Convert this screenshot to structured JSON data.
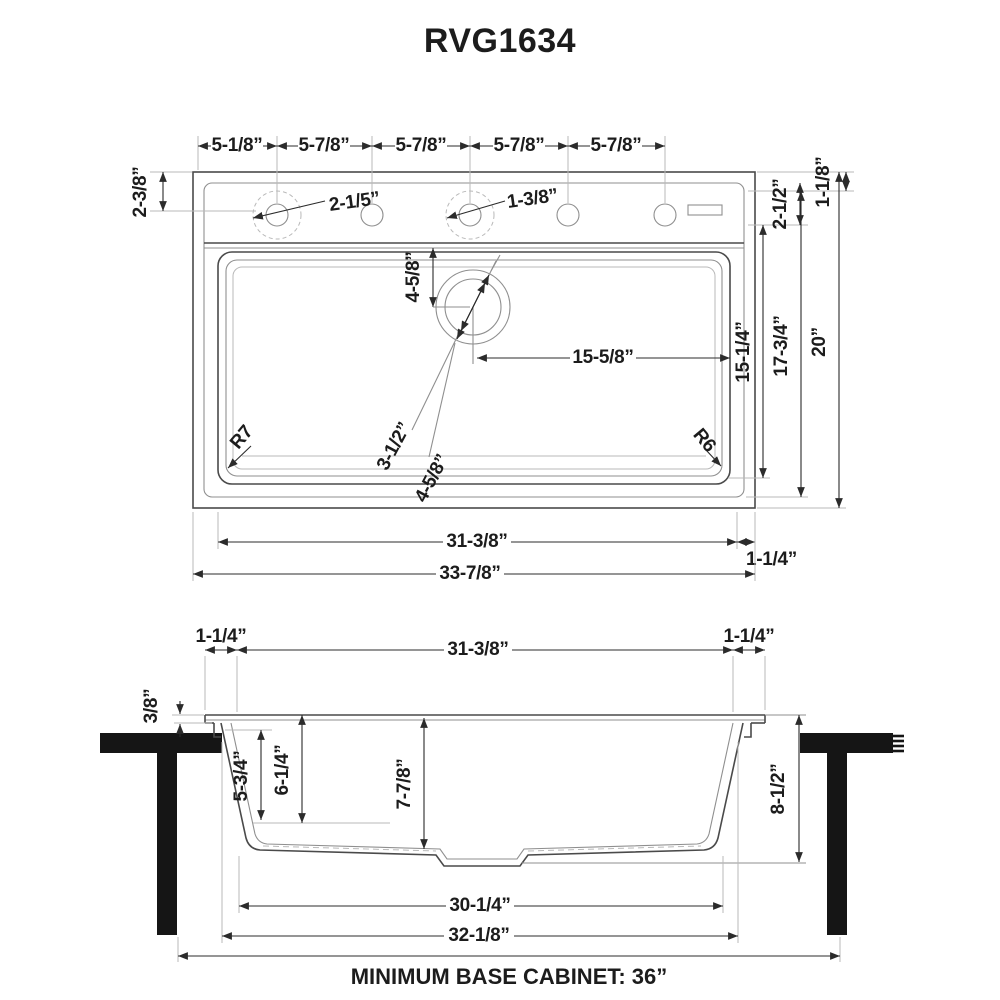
{
  "page": {
    "title": "RVG1634"
  },
  "top_view": {
    "spacing": [
      "5-1/8”",
      "5-7/8”",
      "5-7/8”",
      "5-7/8”",
      "5-7/8”"
    ],
    "left_offset": "2-3/8”",
    "hole_large": "2-1/5”",
    "hole_small": "1-3/8”",
    "rim_right": "1-1/8”",
    "deck_depth": "2-1/2”",
    "drain_from_deck": "4-5/8”",
    "drain_from_right": "15-5/8”",
    "drain_inner_dia": "3-1/2”",
    "drain_outer_dia": "4-5/8”",
    "bowl_depth": "15-1/4”",
    "inner_depth": "17-3/4”",
    "overall_depth": "20”",
    "radius_left": "R7",
    "radius_right": "R6",
    "bowl_width": "31-3/8”",
    "edge_right": "1-1/4”",
    "overall_width": "33-7/8”"
  },
  "section": {
    "edge_left": "1-1/4”",
    "top_width": "31-3/8”",
    "edge_right": "1-1/4”",
    "rim_height": "3/8”",
    "depth_front": "5-3/4”",
    "depth_mid": "6-1/4”",
    "depth_drain": "7-7/8”",
    "overall_height": "8-1/2”",
    "bottom_width": "30-1/4”",
    "outer_bottom_width": "32-1/8”",
    "cabinet_note": "MINIMUM BASE CABINET: 36”"
  }
}
